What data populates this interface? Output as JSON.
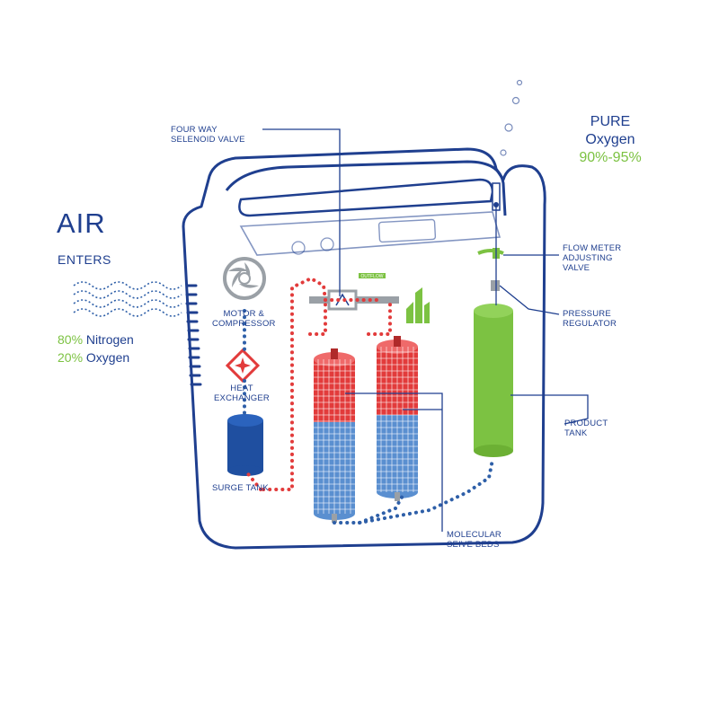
{
  "colors": {
    "outline": "#1f3f8f",
    "dotted": "#2e5fa8",
    "hot": "#e23b3b",
    "cold": "#5a8fd0",
    "green": "#7cc242",
    "gray": "#9aa0a6",
    "darkblue": "#1f4fa0"
  },
  "air": {
    "title": "AIR",
    "subtitle": "ENTERS"
  },
  "intake": {
    "nitrogen_pct": "80%",
    "nitrogen_label": "Nitrogen",
    "oxygen_pct": "20%",
    "oxygen_label": "Oxygen"
  },
  "output": {
    "pure": "PURE",
    "gas": "Oxygen",
    "range": "90%-95%"
  },
  "labels": {
    "valve": "FOUR WAY\nSELENOID VALVE",
    "motor": "MOTOR &\nCOMPRESSOR",
    "heat": "HEAT\nEXCHANGER",
    "surge": "SURGE TANK",
    "flow": "FLOW METER\nADJUSTING\nVALVE",
    "pressure": "PRESSURE\nREGULATOR",
    "product": "PRODUCT\nTANK",
    "sieve": "MOLECULAR\nSEIVE BEDS",
    "outflow_tag": "OUTFLOW"
  },
  "icons": [
    "air-wave-icon",
    "fan-icon",
    "heat-exchanger-icon",
    "surge-tank-icon",
    "sieve-bed-icon",
    "product-tank-icon",
    "valve-icon",
    "exhaust-icon",
    "bubble-icon"
  ]
}
